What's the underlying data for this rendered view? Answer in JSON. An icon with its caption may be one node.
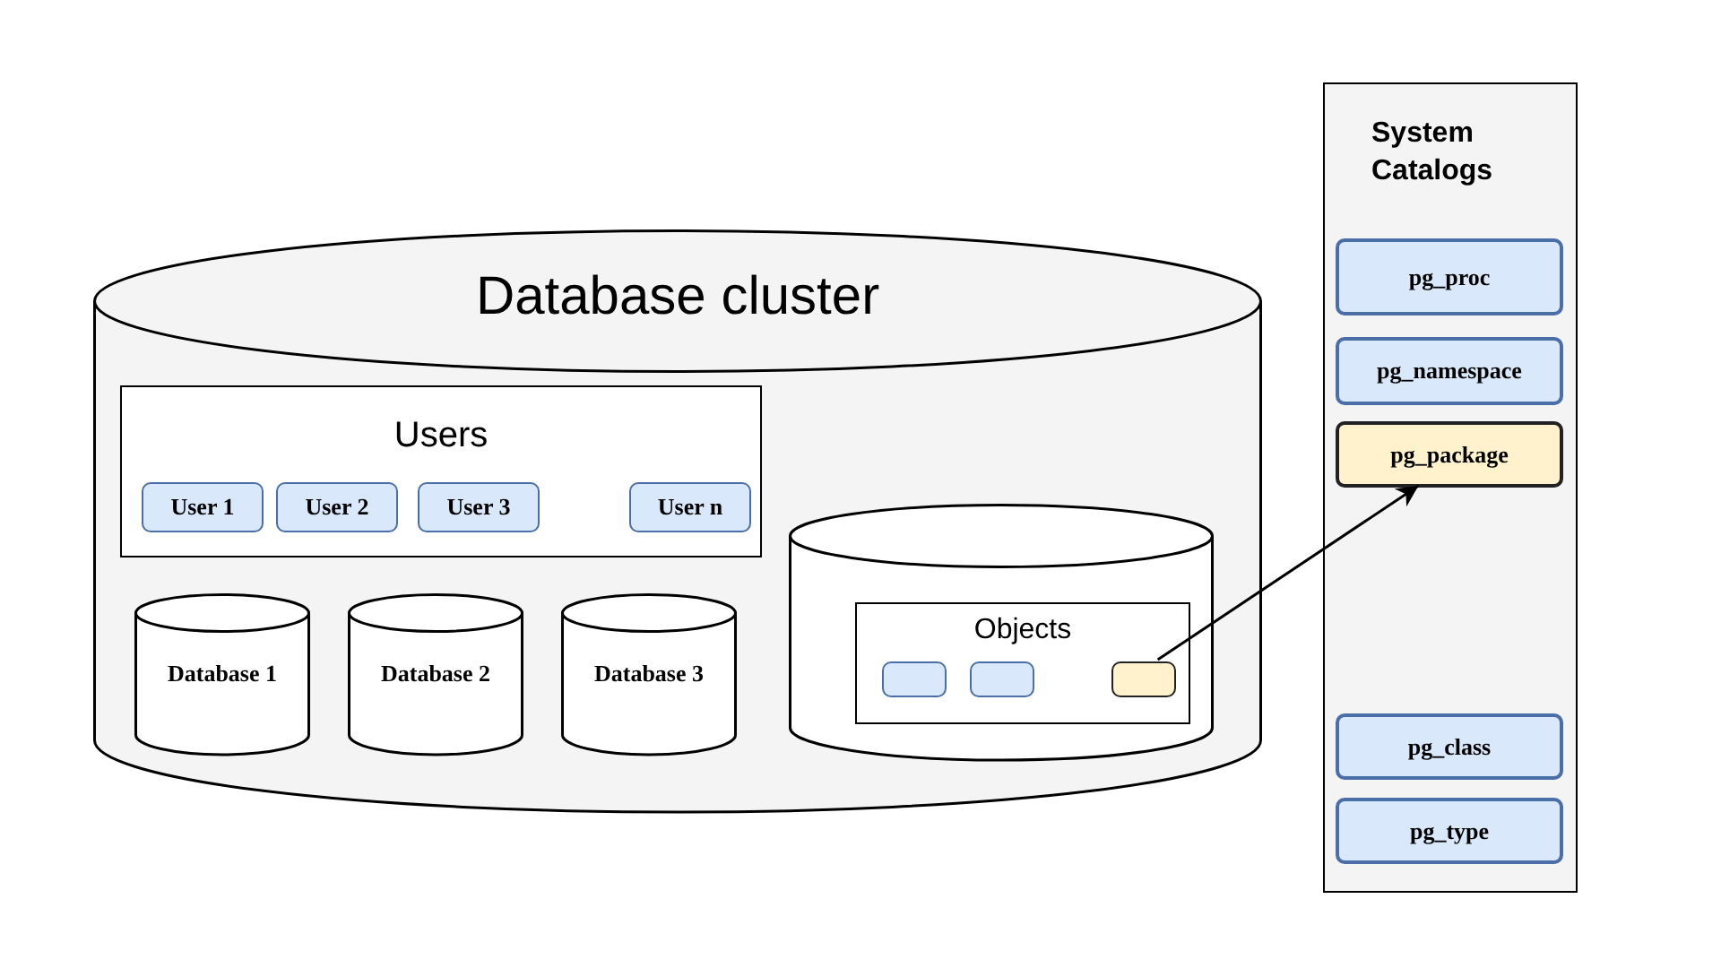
{
  "diagram": {
    "nodes": [
      {
        "text": [
          "Database cluster"
        ]
      },
      {
        "text": [
          "Users"
        ],
        "in": 0
      },
      {
        "text": [
          "User 1"
        ],
        "in": 1
      },
      {
        "text": [
          "User 2"
        ],
        "in": 1
      },
      {
        "text": [
          "User 3"
        ],
        "in": 1
      },
      {
        "text": [
          "User n"
        ],
        "in": 1
      },
      {
        "text": [
          "Database 1"
        ],
        "in": 0
      },
      {
        "text": [
          "Database 2"
        ],
        "in": 0
      },
      {
        "text": [
          "Database 3"
        ],
        "in": 0
      },
      {
        "text": [],
        "shape": "cylinder",
        "in": 0
      },
      {
        "text": [
          "Objects"
        ],
        "in": 9
      },
      {
        "text": [],
        "shape": "box",
        "in": 10
      },
      {
        "text": [],
        "shape": "box",
        "in": 10
      },
      {
        "text": [],
        "shape": "box",
        "in": 10
      },
      {
        "text": [
          "System Catalogs"
        ]
      },
      {
        "text": [
          "pg_proc"
        ],
        "in": 14
      },
      {
        "text": [
          "pg_namespace"
        ],
        "in": 14
      },
      {
        "text": [
          "pg_package"
        ],
        "in": 14
      },
      {
        "text": [
          "pg_class"
        ],
        "in": 14
      },
      {
        "text": [
          "pg_type"
        ],
        "in": 14
      }
    ],
    "edges": [
      {
        "from": 13,
        "to": 17,
        "arrow": "to"
      }
    ]
  }
}
